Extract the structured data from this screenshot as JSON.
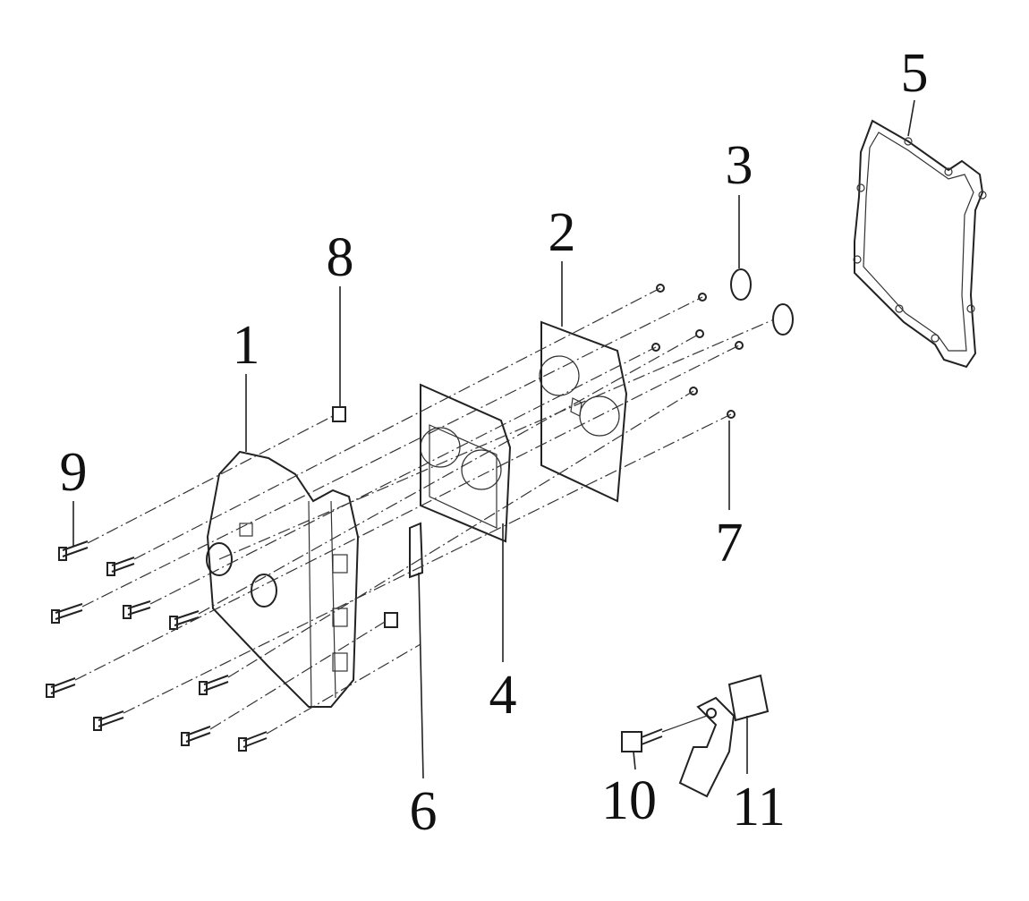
{
  "diagram": {
    "type": "exploded-parts-diagram",
    "callouts": [
      {
        "id": "1",
        "text": "1"
      },
      {
        "id": "2",
        "text": "2"
      },
      {
        "id": "3",
        "text": "3"
      },
      {
        "id": "4",
        "text": "4"
      },
      {
        "id": "5",
        "text": "5"
      },
      {
        "id": "6",
        "text": "6"
      },
      {
        "id": "7",
        "text": "7"
      },
      {
        "id": "8",
        "text": "8"
      },
      {
        "id": "9",
        "text": "9"
      },
      {
        "id": "10",
        "text": "10"
      },
      {
        "id": "11",
        "text": "11"
      }
    ]
  }
}
